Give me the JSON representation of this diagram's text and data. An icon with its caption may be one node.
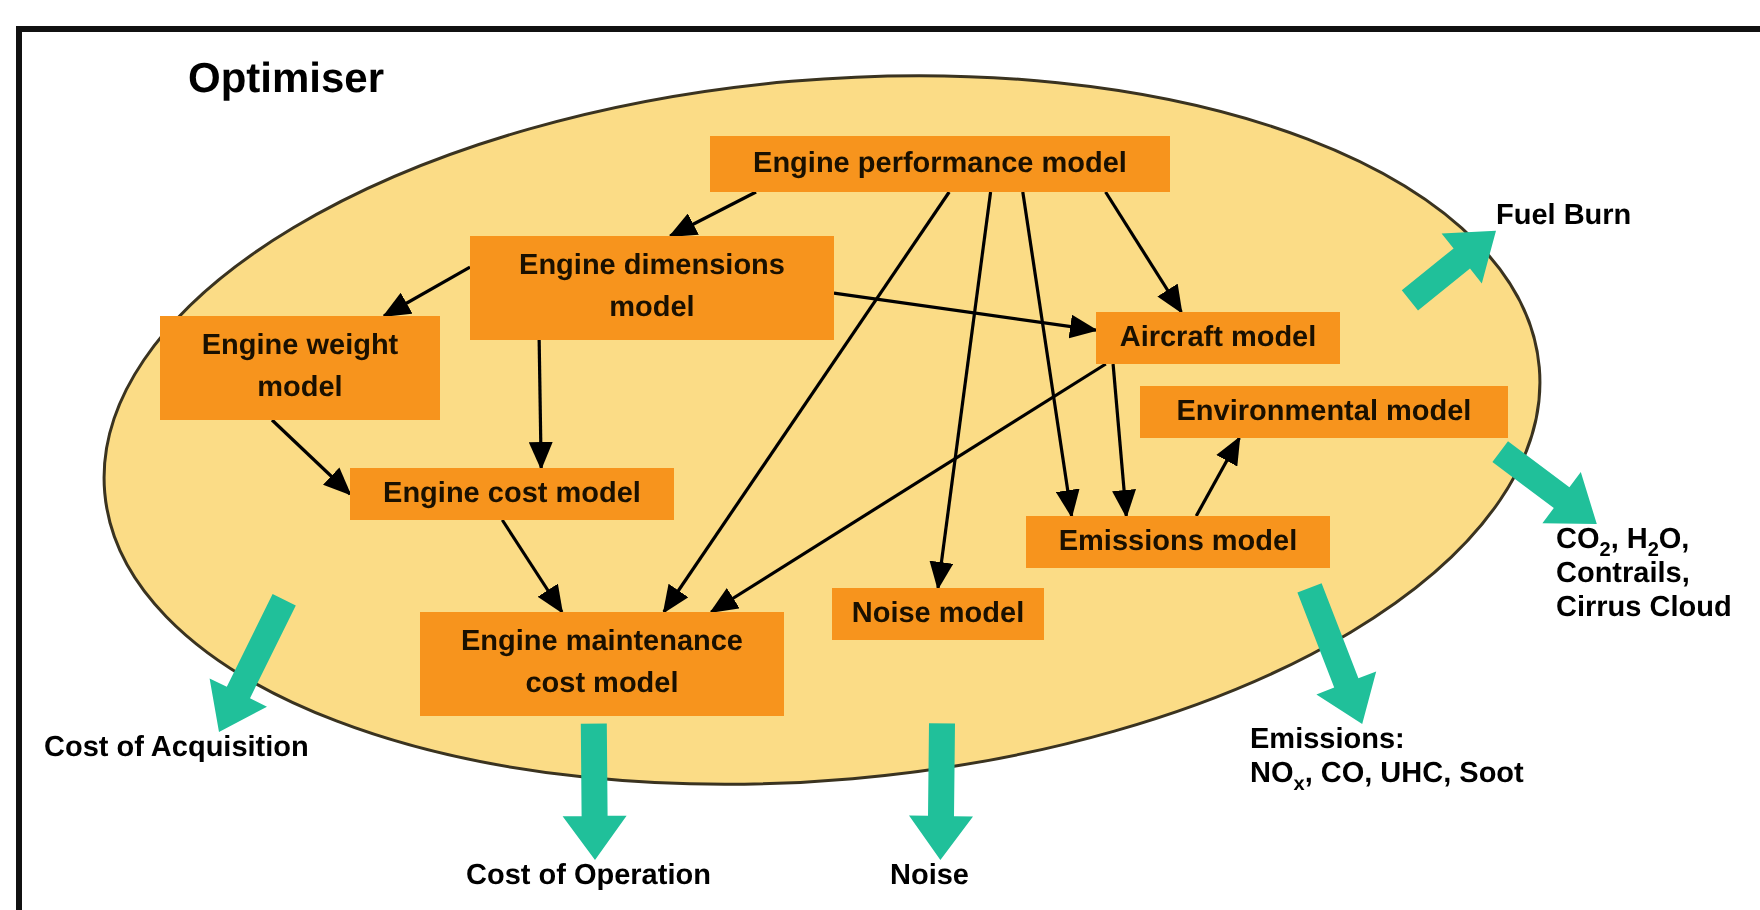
{
  "diagram": {
    "nodes": [
      {
        "text": [
          "Optimiser"
        ]
      },
      {
        "text": [
          "Engine performance model"
        ],
        "in": 0
      },
      {
        "text": [
          "Engine dimensions model"
        ],
        "in": 0
      },
      {
        "text": [
          "Engine weight model"
        ],
        "in": 0
      },
      {
        "text": [
          "Aircraft model"
        ],
        "in": 0
      },
      {
        "text": [
          "Environmental model"
        ],
        "in": 0
      },
      {
        "text": [
          "Engine cost model"
        ],
        "in": 0
      },
      {
        "text": [
          "Emissions model"
        ],
        "in": 0
      },
      {
        "text": [
          "Noise model"
        ],
        "in": 0
      },
      {
        "text": [
          "Engine maintenance cost model"
        ],
        "in": 0
      },
      {
        "text": [
          "Fuel Burn"
        ]
      },
      {
        "text": [
          "CO$_{2}$, H$_{2}$O, Contrails, Cirrus Cloud"
        ]
      },
      {
        "text": [
          "Emissions:",
          "NO$_{x}$, CO, UHC, Soot"
        ]
      },
      {
        "text": [
          "Cost of Acquisition"
        ]
      },
      {
        "text": [
          "Cost of Operation"
        ]
      },
      {
        "text": [
          "Noise"
        ]
      }
    ],
    "edges": [
      {
        "from": 1,
        "to": 2,
        "arrow": "to"
      },
      {
        "from": 2,
        "to": 3,
        "arrow": "to"
      },
      {
        "from": 2,
        "to": 4,
        "arrow": "to"
      },
      {
        "from": 2,
        "to": 6,
        "arrow": "to"
      },
      {
        "from": 1,
        "to": 4,
        "arrow": "to"
      },
      {
        "from": 1,
        "to": 9,
        "arrow": "to"
      },
      {
        "from": 1,
        "to": 8,
        "arrow": "to"
      },
      {
        "from": 1,
        "to": 7,
        "arrow": "to"
      },
      {
        "from": 4,
        "to": 9,
        "arrow": "to"
      },
      {
        "from": 4,
        "to": 7,
        "arrow": "to"
      },
      {
        "from": 7,
        "to": 5,
        "arrow": "to"
      },
      {
        "from": 3,
        "to": 6,
        "arrow": "to"
      },
      {
        "from": 6,
        "to": 9,
        "arrow": "to"
      },
      {
        "from": 0,
        "to": 10,
        "arrow": "to",
        "style": "thick",
        "color": "#20c09a"
      },
      {
        "from": 0,
        "to": 11,
        "arrow": "to",
        "style": "thick",
        "color": "#20c09a"
      },
      {
        "from": 0,
        "to": 12,
        "arrow": "to",
        "style": "thick",
        "color": "#20c09a"
      },
      {
        "from": 0,
        "to": 15,
        "arrow": "to",
        "style": "thick",
        "color": "#20c09a"
      },
      {
        "from": 0,
        "to": 14,
        "arrow": "to",
        "style": "thick",
        "color": "#20c09a"
      },
      {
        "from": 0,
        "to": 13,
        "arrow": "to",
        "style": "thick",
        "color": "#20c09a"
      }
    ]
  }
}
